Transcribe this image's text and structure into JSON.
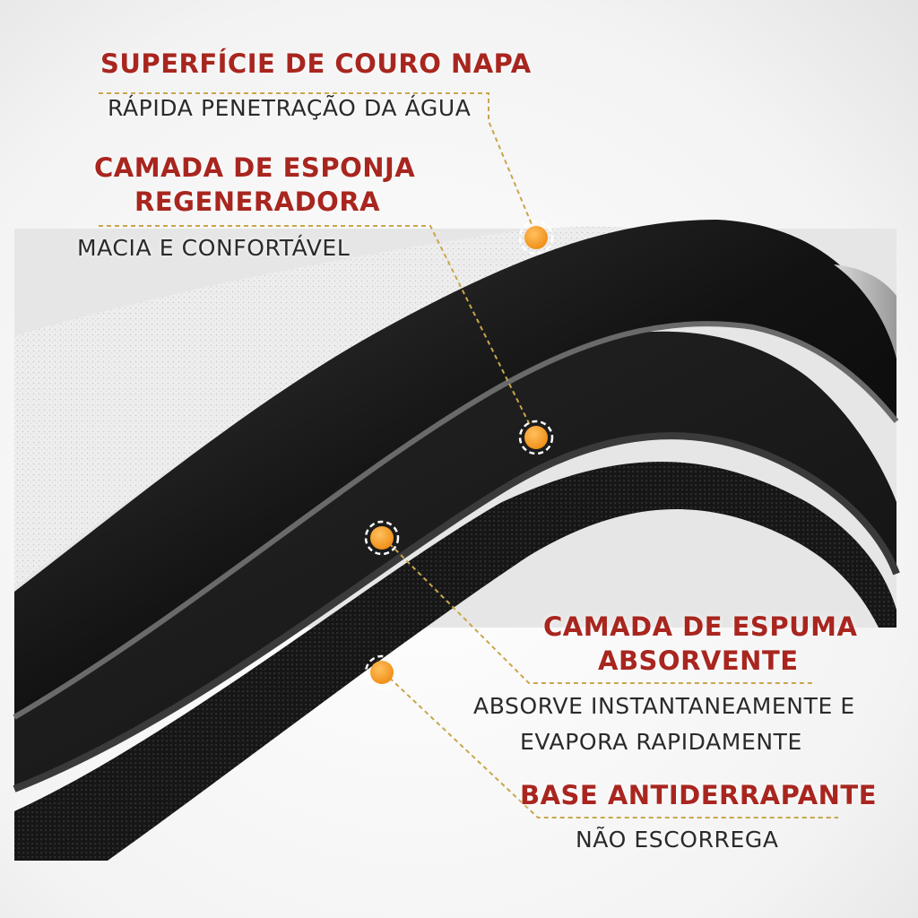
{
  "colors": {
    "title_red": "#a8261f",
    "marker_orange": "#f39a1d",
    "leader_gold": "#c9a64b",
    "mat_black": "#141414",
    "top_white": "#f2f2f2"
  },
  "layers": [
    {
      "title_lines": [
        "SUPERFÍCIE DE COURO NAPA"
      ],
      "sub_lines": [
        "RÁPIDA PENETRAÇÃO DA ÁGUA"
      ]
    },
    {
      "title_lines": [
        "CAMADA DE ESPONJA",
        "REGENERADORA"
      ],
      "sub_lines": [
        "MACIA E CONFORTÁVEL"
      ]
    },
    {
      "title_lines": [
        "CAMADA DE ESPUMA",
        "ABSORVENTE"
      ],
      "sub_lines": [
        "ABSORVE INSTANTANEAMENTE E",
        "EVAPORA RAPIDAMENTE"
      ]
    },
    {
      "title_lines": [
        "BASE ANTIDERRAPANTE"
      ],
      "sub_lines": [
        "NÃO ESCORREGA"
      ]
    }
  ],
  "icons": [
    "layer-marker-icon"
  ]
}
